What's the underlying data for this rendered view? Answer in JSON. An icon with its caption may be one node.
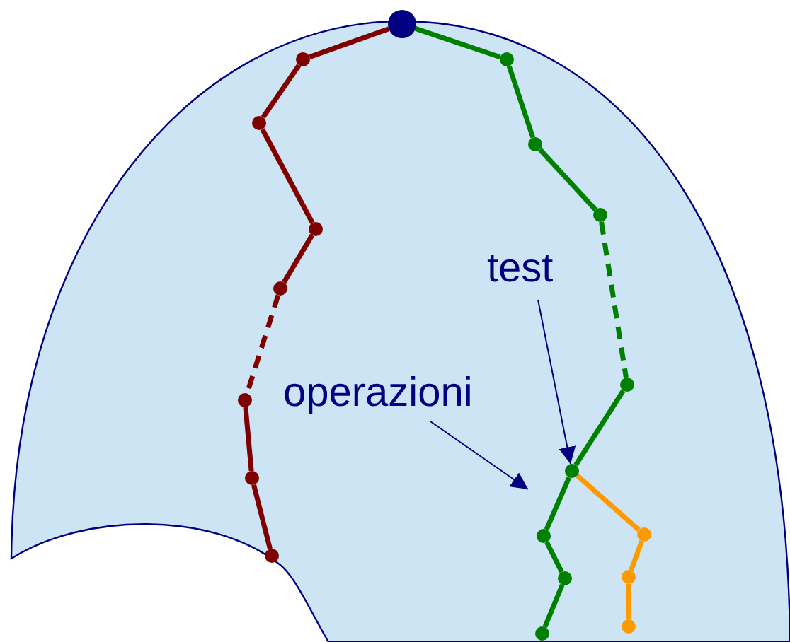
{
  "diagram": {
    "nodes": [
      {
        "text": [],
        "shape": "circle"
      },
      {
        "text": [],
        "shape": "circle"
      },
      {
        "text": [],
        "shape": "circle"
      },
      {
        "text": [],
        "shape": "circle"
      },
      {
        "text": [],
        "shape": "circle"
      },
      {
        "text": [],
        "shape": "circle"
      },
      {
        "text": [],
        "shape": "circle"
      },
      {
        "text": [],
        "shape": "circle"
      },
      {
        "text": [],
        "shape": "circle"
      },
      {
        "text": [],
        "shape": "circle"
      },
      {
        "text": [],
        "shape": "circle"
      },
      {
        "text": [],
        "shape": "circle"
      },
      {
        "text": [],
        "shape": "circle"
      },
      {
        "text": [],
        "shape": "circle"
      },
      {
        "text": [],
        "shape": "circle"
      },
      {
        "text": [],
        "shape": "circle"
      },
      {
        "text": [],
        "shape": "circle"
      },
      {
        "text": [],
        "shape": "circle"
      },
      {
        "text": [],
        "shape": "circle"
      },
      {
        "text": [
          "test"
        ]
      },
      {
        "text": [
          "operazioni"
        ]
      }
    ],
    "edges": [
      {
        "from": 0,
        "to": 1,
        "arrow": "none",
        "color": "#800000"
      },
      {
        "from": 1,
        "to": 2,
        "arrow": "none",
        "color": "#800000"
      },
      {
        "from": 2,
        "to": 3,
        "arrow": "none",
        "color": "#800000"
      },
      {
        "from": 3,
        "to": 4,
        "arrow": "none",
        "color": "#800000"
      },
      {
        "from": 4,
        "to": 5,
        "arrow": "none",
        "style": "dashed",
        "color": "#800000"
      },
      {
        "from": 5,
        "to": 6,
        "arrow": "none",
        "color": "#800000"
      },
      {
        "from": 6,
        "to": 7,
        "arrow": "none",
        "color": "#800000"
      },
      {
        "from": 0,
        "to": 8,
        "arrow": "none"
      },
      {
        "from": 8,
        "to": 9,
        "arrow": "none"
      },
      {
        "from": 9,
        "to": 10,
        "arrow": "none"
      },
      {
        "from": 10,
        "to": 11,
        "arrow": "none",
        "style": "dashed"
      },
      {
        "from": 11,
        "to": 12,
        "arrow": "none"
      },
      {
        "from": 12,
        "to": 13,
        "arrow": "none"
      },
      {
        "from": 13,
        "to": 14,
        "arrow": "none"
      },
      {
        "from": 14,
        "to": 15,
        "arrow": "none"
      },
      {
        "from": 12,
        "to": 16,
        "arrow": "none",
        "color": "#ff9900"
      },
      {
        "from": 16,
        "to": 17,
        "arrow": "none",
        "color": "#ff9900"
      },
      {
        "from": 17,
        "to": 18,
        "arrow": "none",
        "color": "#ff9900"
      },
      {
        "from": 19,
        "to": 12,
        "arrow": "to",
        "color": "#000080"
      },
      {
        "from": 20,
        "to": null,
        "arrow": "to",
        "color": "#000080"
      }
    ]
  }
}
